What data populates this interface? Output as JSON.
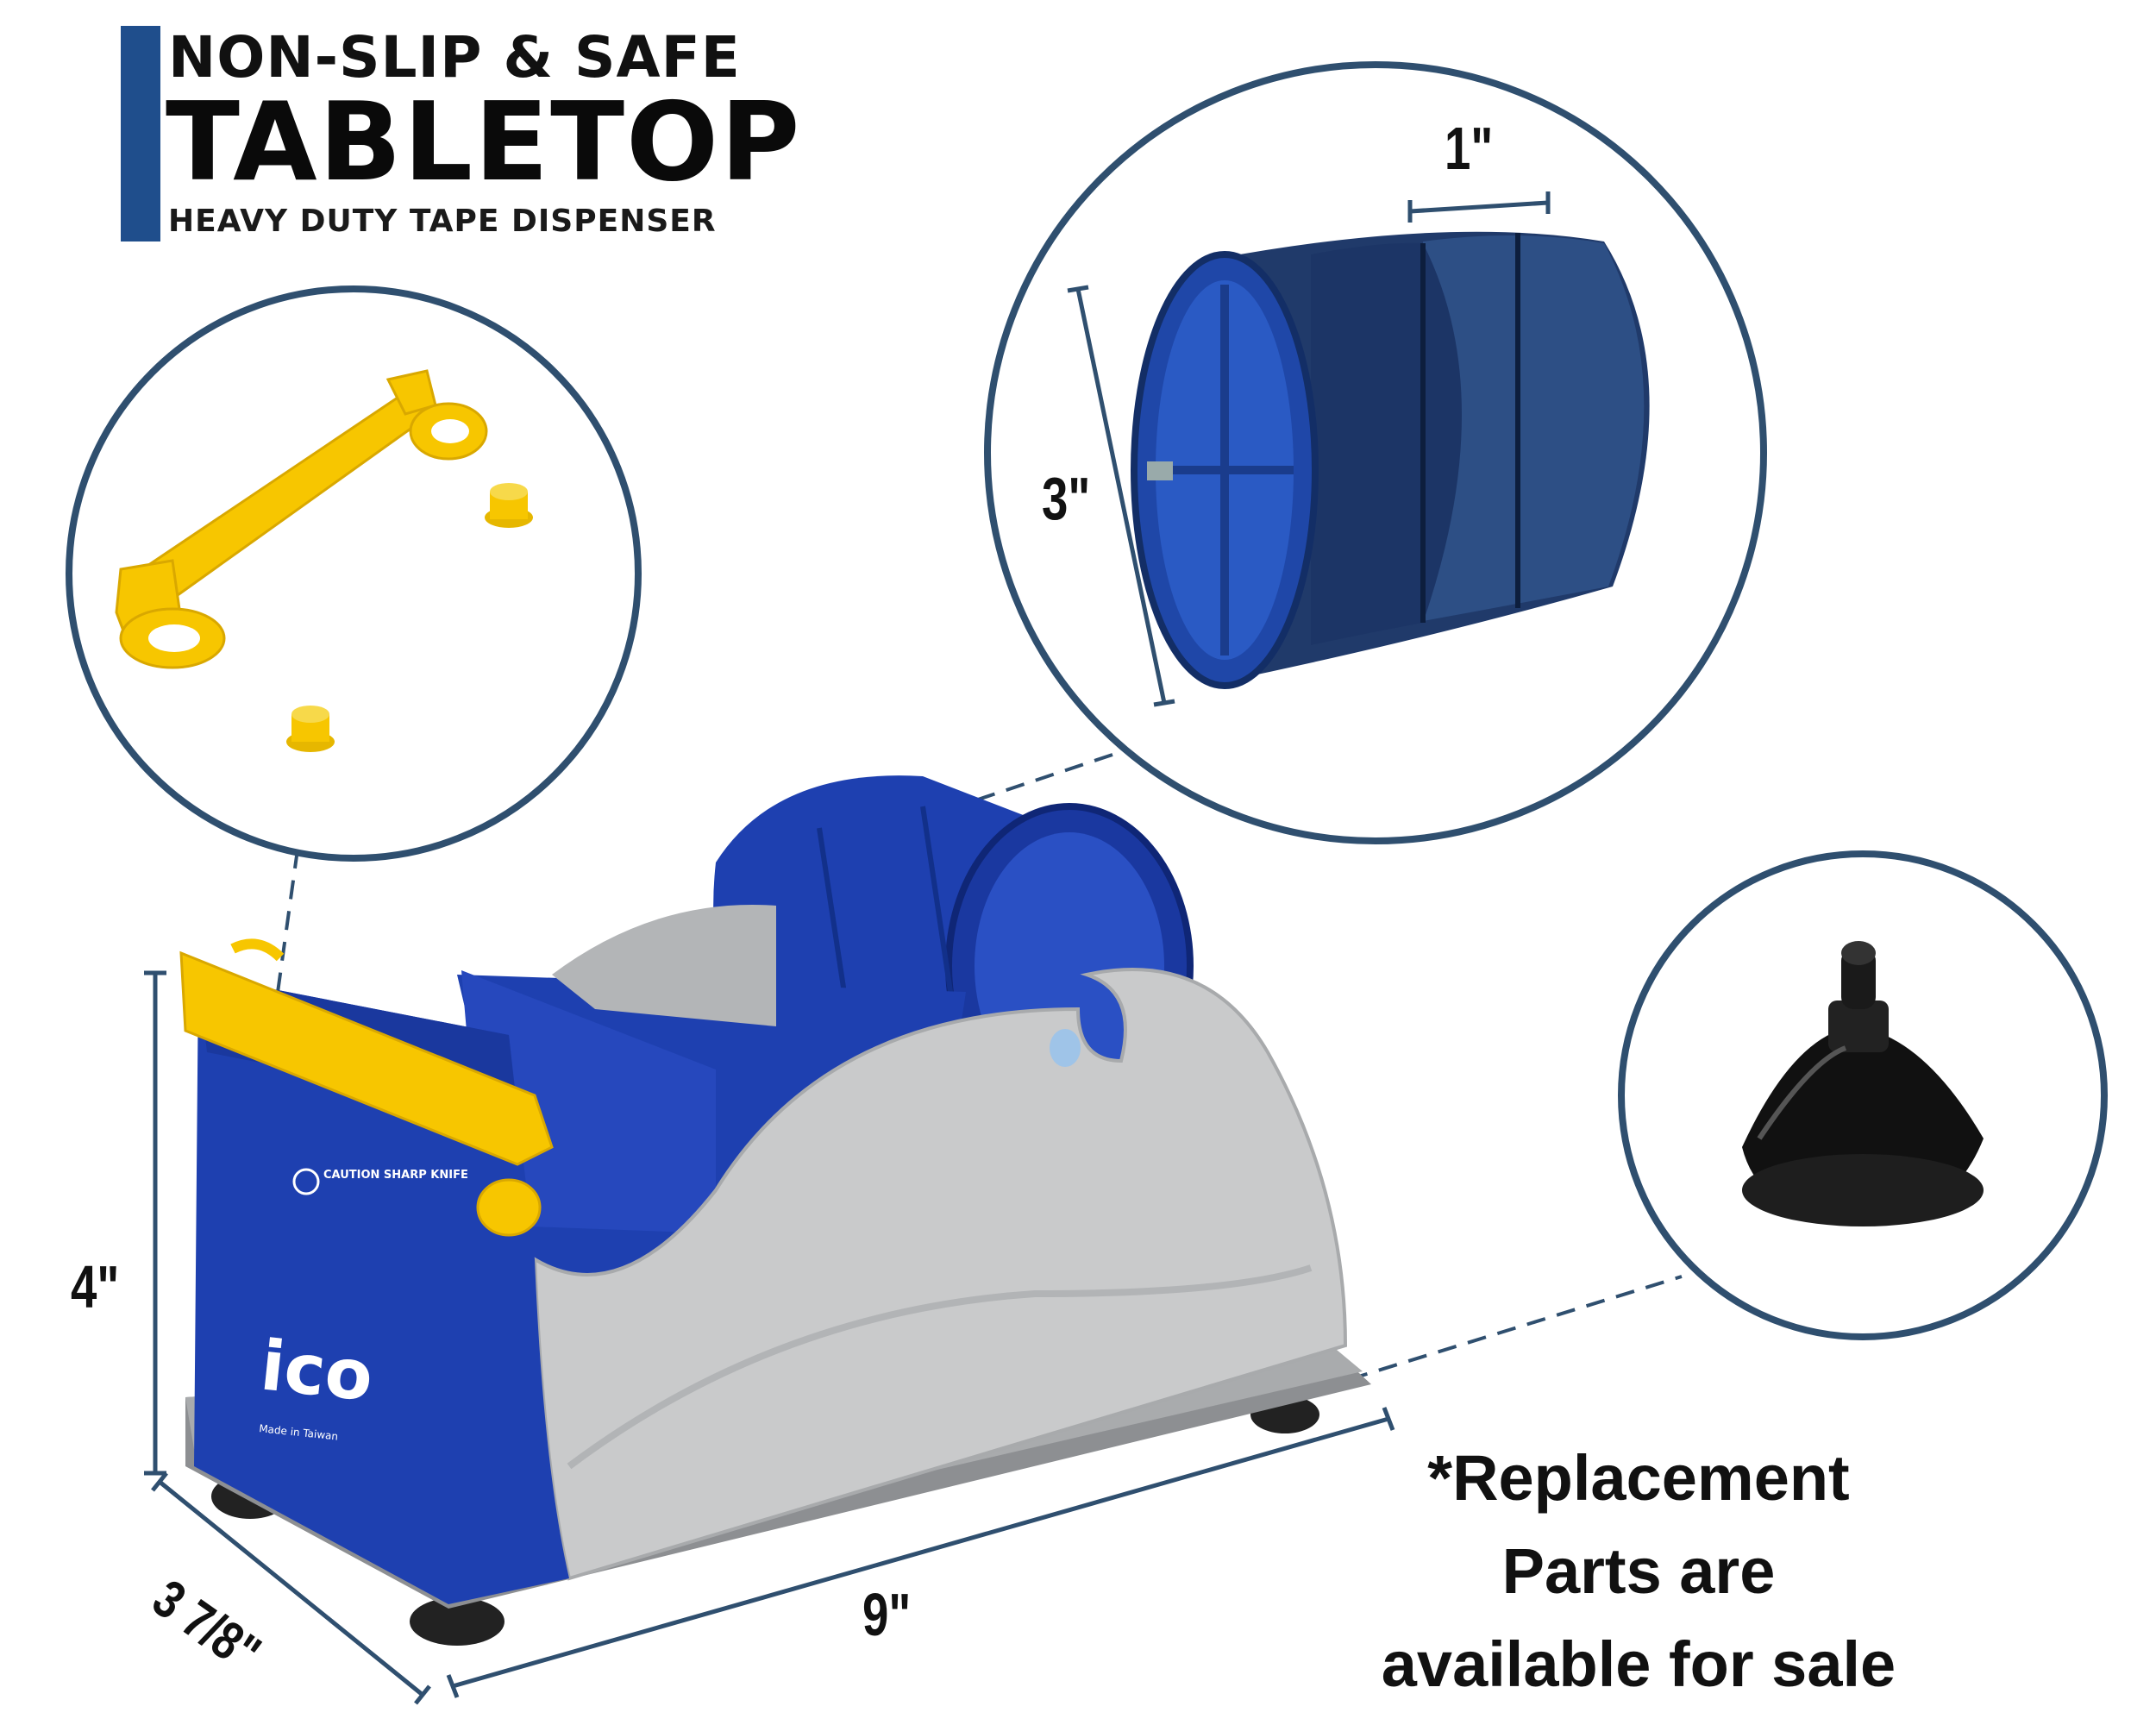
{
  "header": {
    "line1": "NON-SLIP & SAFE",
    "line2": "TABLETOP",
    "line3": "HEAVY DUTY TAPE DISPENSER"
  },
  "dimensions": {
    "core_width": "1\"",
    "core_diameter": "3\"",
    "height": "4\"",
    "depth": "3 7/8\"",
    "length": "9\""
  },
  "product": {
    "caution_label": "CAUTION SHARP KNIFE",
    "brand": "ico",
    "origin": "Made in Taiwan"
  },
  "note": {
    "line1": "*Replacement",
    "line2": "Parts are",
    "line3": "available for sale"
  },
  "colors": {
    "accent_blue": "#1f4e8c",
    "circle_border": "#2f4f6f",
    "dispenser_blue": "#1e40b0",
    "handle_yellow": "#f7c600",
    "body_gray": "#c9cacb"
  }
}
